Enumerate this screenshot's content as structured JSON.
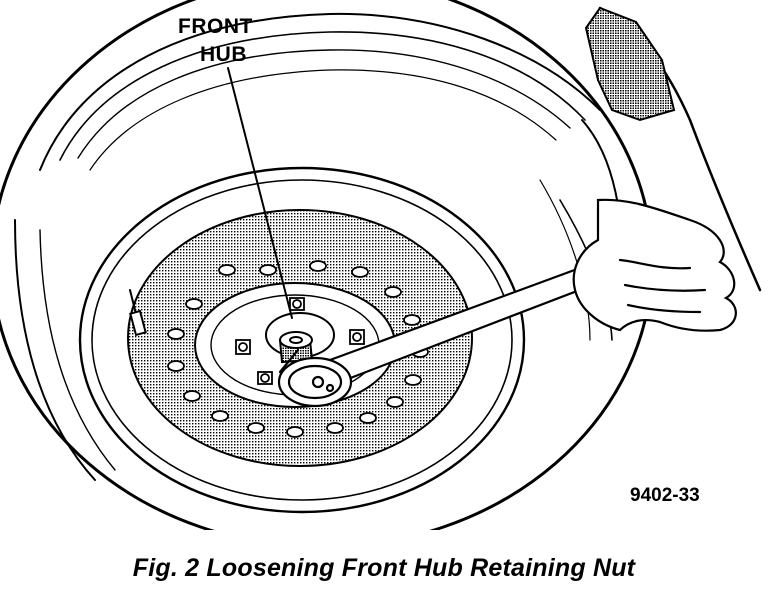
{
  "callout": {
    "line1": "FRONT",
    "line2": "HUB"
  },
  "figure_number": "9402-33",
  "caption": "Fig. 2 Loosening Front Hub Retaining Nut",
  "colors": {
    "ink": "#000000",
    "paper": "#ffffff"
  }
}
